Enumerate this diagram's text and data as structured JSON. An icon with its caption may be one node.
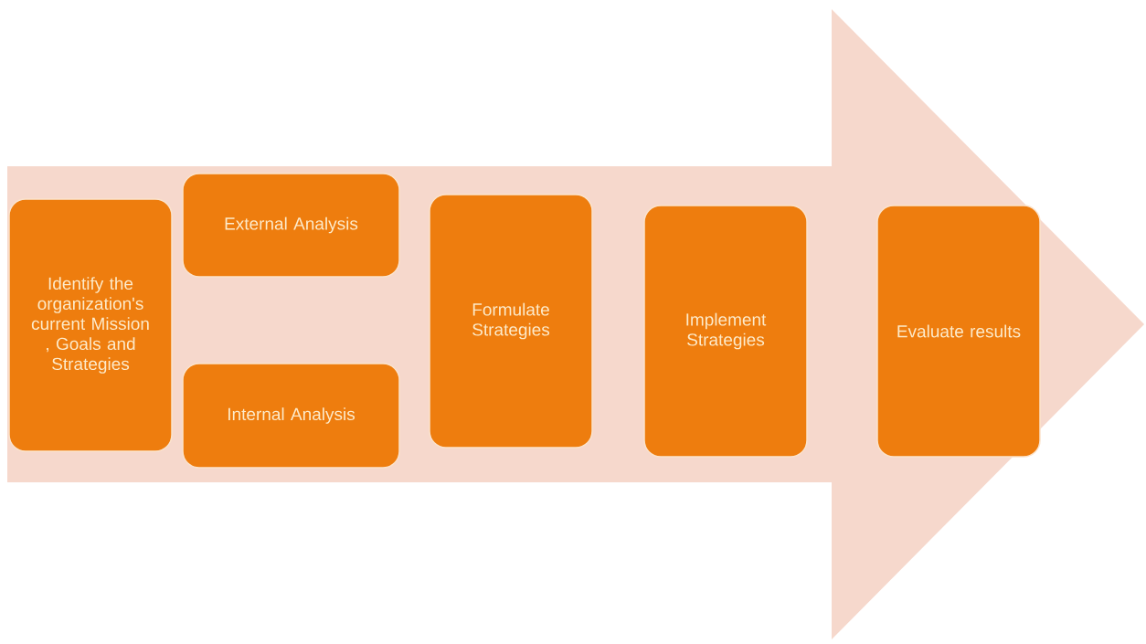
{
  "diagram": {
    "nodes": [
      {
        "text": [
          "Identify the organization's current Mission , Goals and Strategies"
        ]
      },
      {
        "text": [
          "External Analysis"
        ]
      },
      {
        "text": [
          "Internal Analysis"
        ]
      },
      {
        "text": [
          "Formulate Strategies"
        ]
      },
      {
        "text": [
          "Implement Strategies"
        ]
      },
      {
        "text": [
          "Evaluate results"
        ]
      }
    ]
  }
}
